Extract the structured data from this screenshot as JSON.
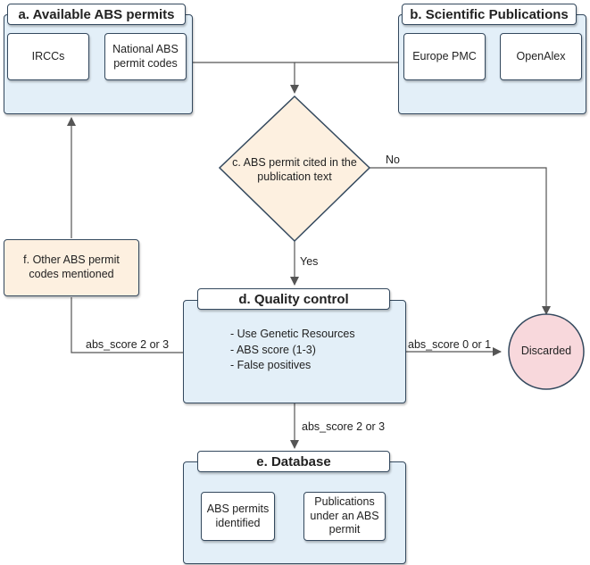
{
  "panels": {
    "available": {
      "title": "a. Available ABS permits",
      "items": [
        "IRCCs",
        "National ABS permit codes"
      ]
    },
    "publications": {
      "title": "b. Scientific Publications",
      "items": [
        "Europe PMC",
        "OpenAlex"
      ]
    },
    "quality": {
      "title": "d. Quality control",
      "items": [
        "- Use Genetic Resources",
        "- ABS score (1-3)",
        "- False positives"
      ]
    },
    "database": {
      "title": "e. Database",
      "items": [
        "ABS permits identified",
        "Publications under an ABS permit"
      ]
    }
  },
  "decision": {
    "text": "c. ABS permit cited in the publication text"
  },
  "other_codes": {
    "text": "f. Other ABS permit codes mentioned"
  },
  "discarded": {
    "text": "Discarded"
  },
  "edge_labels": {
    "no": "No",
    "yes": "Yes",
    "score_23_left": "abs_score 2 or 3",
    "score_01": "abs_score 0 or 1",
    "score_23_down": "abs_score 2 or 3"
  },
  "colors": {
    "panel_fill": "#e3eff8",
    "decision_fill": "#fdf0e0",
    "other_fill": "#fdf0e0",
    "discarded_fill": "#f8d8dc",
    "stroke": "#34495e",
    "arrow": "#555555"
  }
}
